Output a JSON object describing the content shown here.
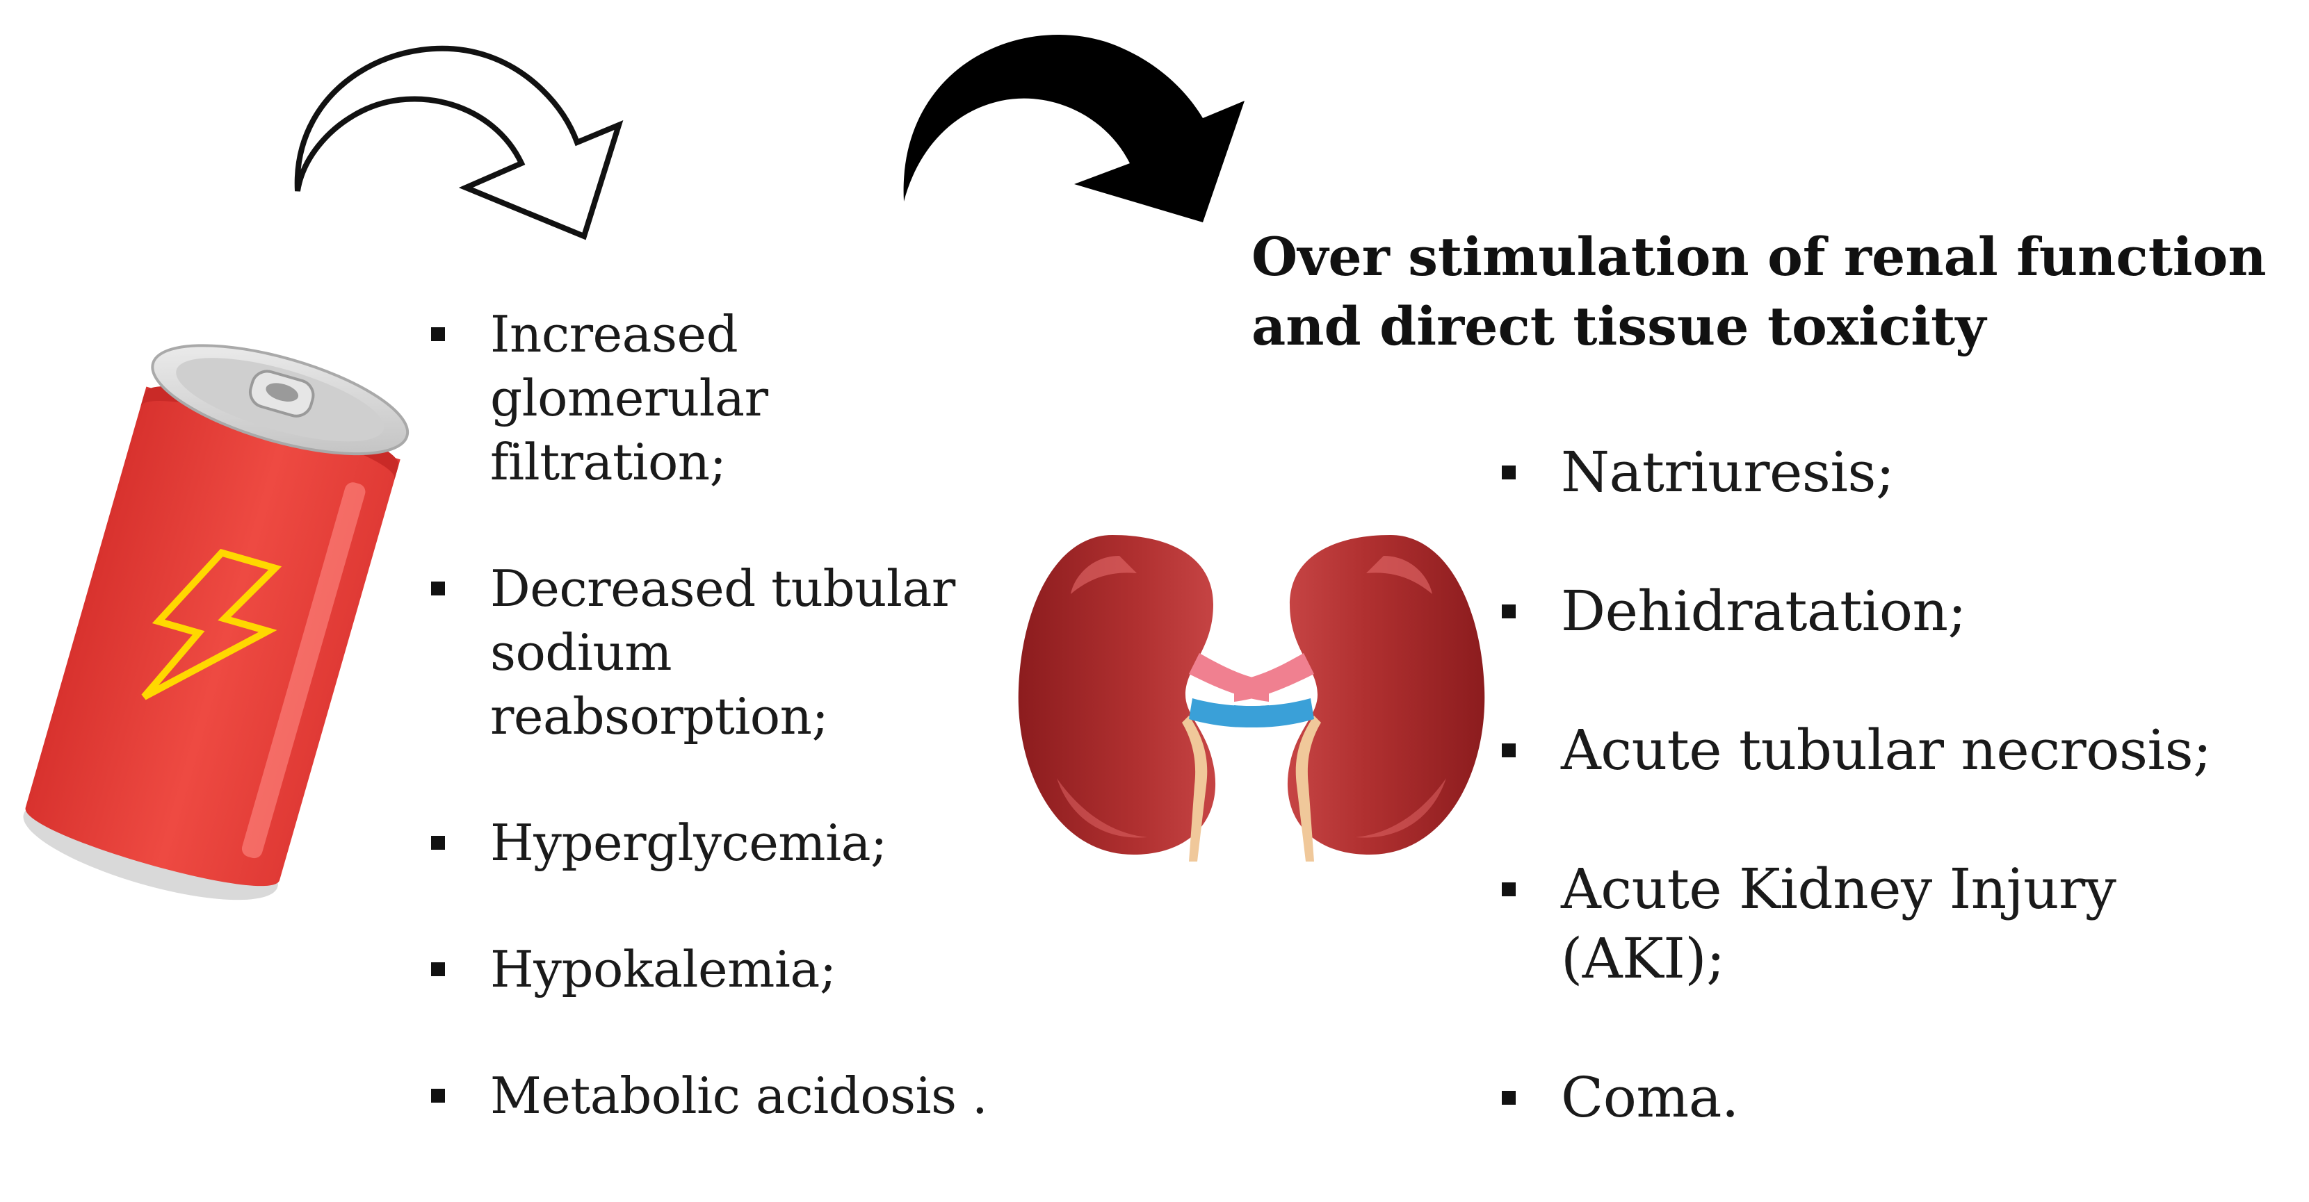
{
  "heading": "Over stimulation of renal function and direct tissue toxicity",
  "left_list": [
    "Increased glomerular filtration;",
    "Decreased tubular sodium reabsorption;",
    "Hyperglycemia;",
    "Hypokalemia;",
    "Metabolic acidosis  ."
  ],
  "right_list": [
    "Natriuresis;",
    "Dehidratation;",
    "Acute tubular necrosis;",
    "Acute Kidney Injury (AKI);",
    "Coma."
  ],
  "icons": {
    "can": "energy-drink-can-icon",
    "lightning": "lightning-bolt-icon",
    "kidneys": "kidneys-icon",
    "arrow_outline": "curved-arrow-outline-icon",
    "arrow_filled": "curved-arrow-filled-icon"
  },
  "colors": {
    "can_red": "#e8423d",
    "bolt_yellow": "#ffd800",
    "kidney_red": "#a82828",
    "ureter": "#f0c89a",
    "vessel_pink": "#f08090",
    "vessel_blue": "#3aa0d8",
    "text": "#1a1a1a"
  }
}
